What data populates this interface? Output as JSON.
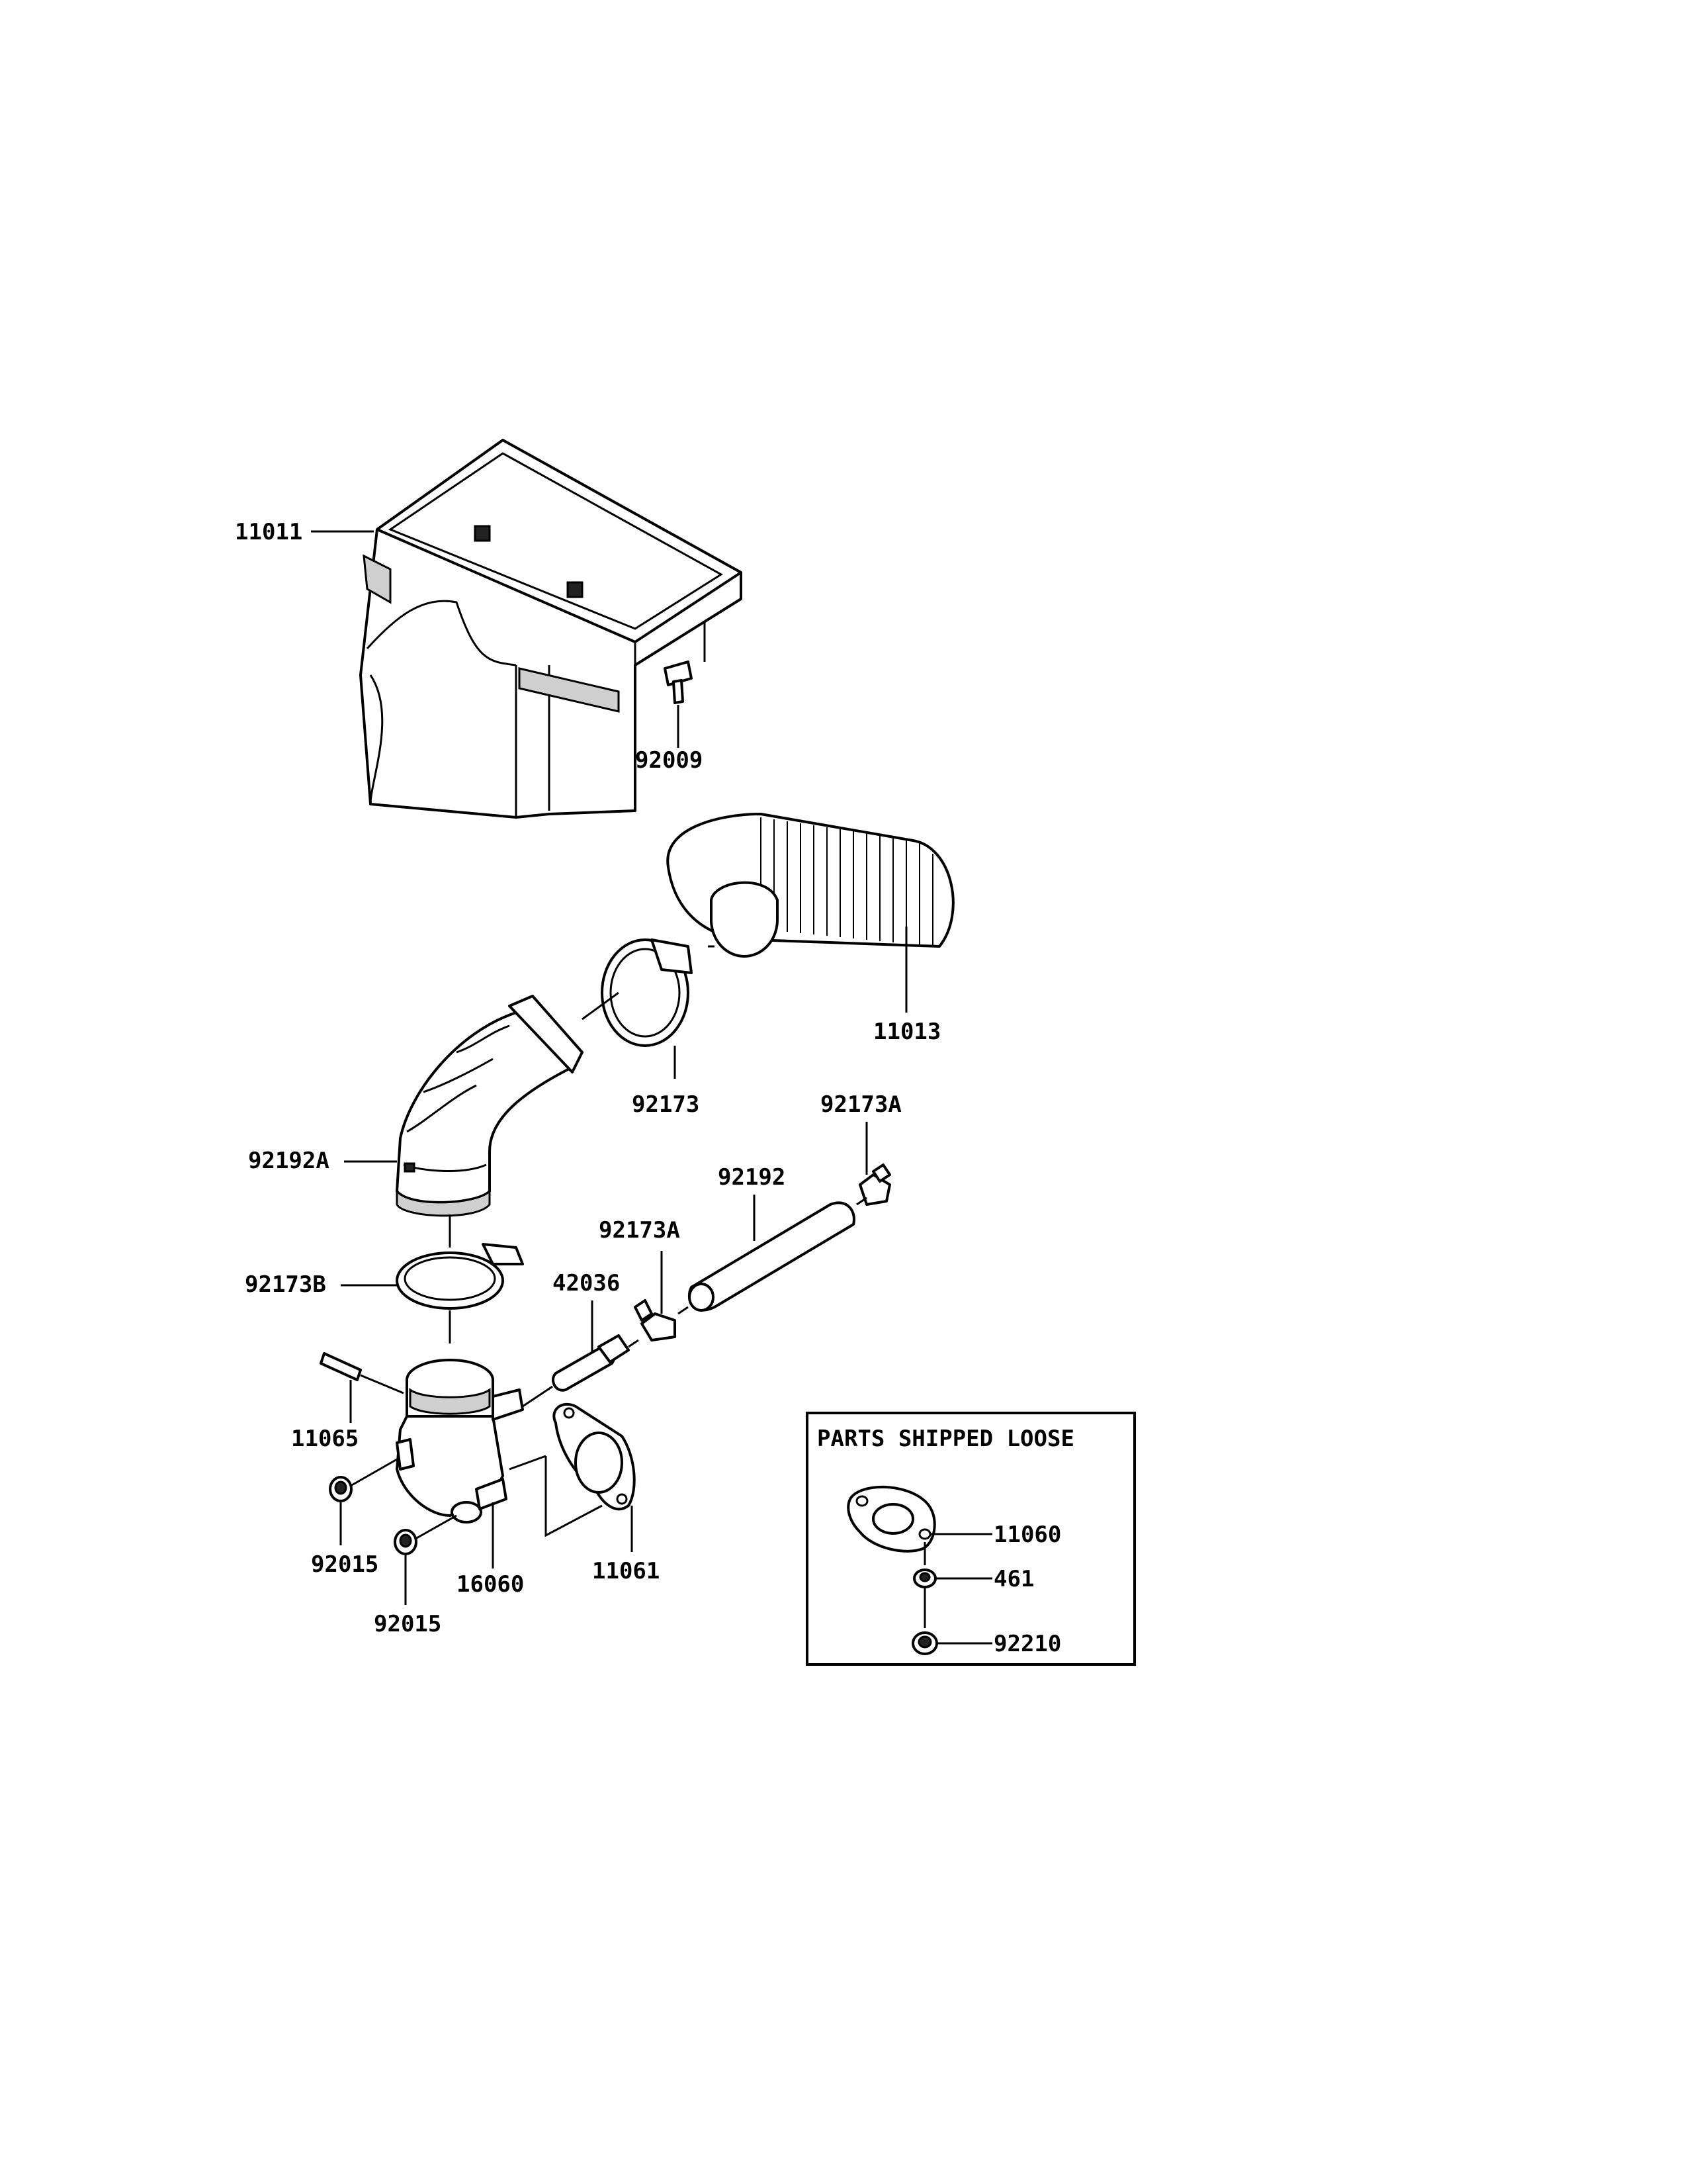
{
  "diagram": {
    "labels": {
      "l11011": "11011",
      "l92009": "92009",
      "l11013": "11013",
      "l92173": "92173",
      "l92173A_top": "92173A",
      "l92192A": "92192A",
      "l92192": "92192",
      "l92173A_mid": "92173A",
      "l92173B": "92173B",
      "l42036": "42036",
      "l11065": "11065",
      "l92015_a": "92015",
      "l92015_b": "92015",
      "l16060": "16060",
      "l11061": "11061"
    },
    "loose_parts": {
      "title": "PARTS SHIPPED LOOSE",
      "l11060": "11060",
      "l461": "461",
      "l92210": "92210"
    }
  }
}
